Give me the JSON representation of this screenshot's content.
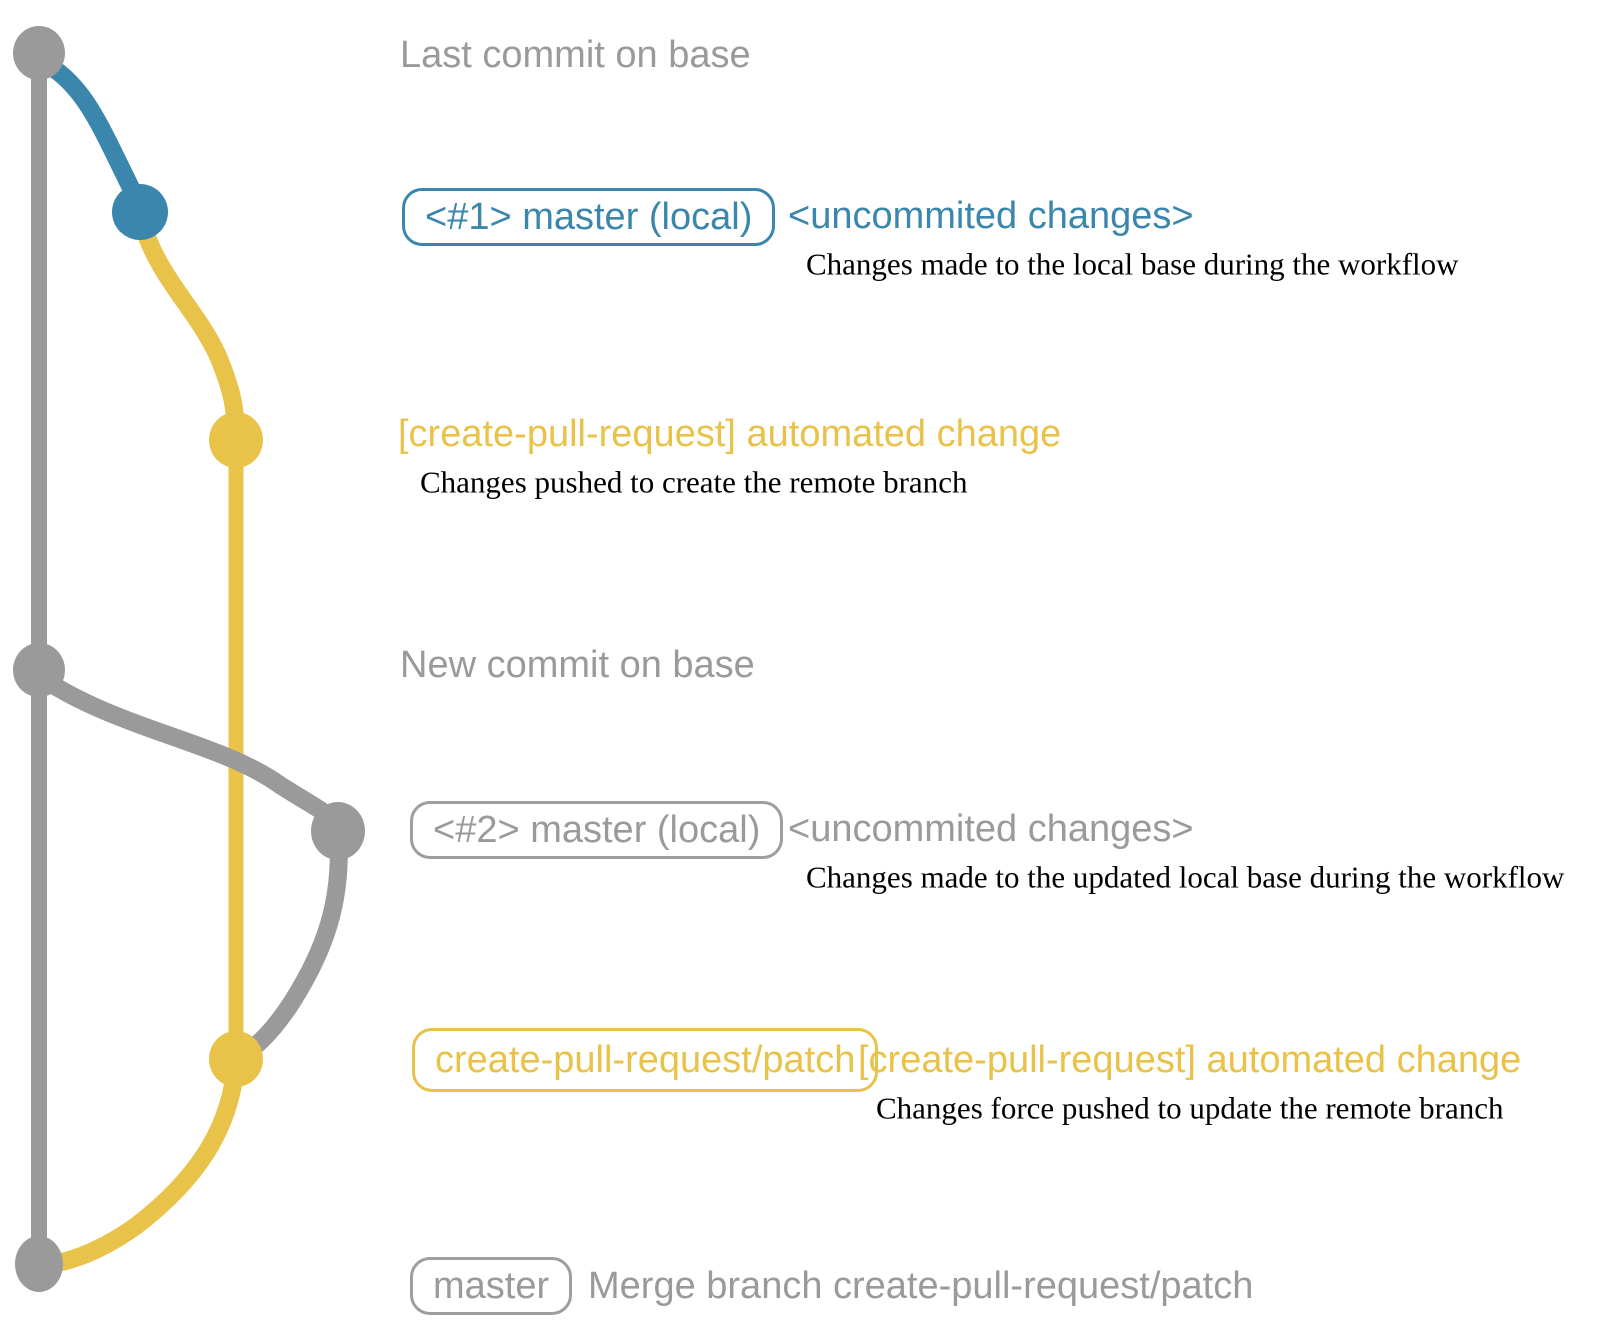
{
  "diagram": {
    "type": "git-branch-graph",
    "colors": {
      "base_branch_gray": "#9a9a9a",
      "local_branch_blue": "#3a86ad",
      "remote_branch_yellow": "#e9c24a",
      "description_text": "#000000"
    }
  },
  "annotations": {
    "last_commit_on_base": "Last commit on base",
    "entry1": {
      "badge": "<#1> master (local)",
      "note": "<uncommited changes>",
      "desc": "Changes made to the local base during the workflow"
    },
    "entry2": {
      "note": "[create-pull-request] automated change",
      "desc": "Changes pushed to create the remote branch"
    },
    "new_commit_on_base": "New commit on base",
    "entry3": {
      "badge": "<#2> master (local)",
      "note": "<uncommited changes>",
      "desc": "Changes made to the updated local base during the workflow"
    },
    "entry4": {
      "badge": "create-pull-request/patch",
      "note": "[create-pull-request] automated change",
      "desc": "Changes force pushed to update the remote branch"
    },
    "entry5": {
      "badge": "master",
      "note": "Merge branch create-pull-request/patch"
    }
  }
}
